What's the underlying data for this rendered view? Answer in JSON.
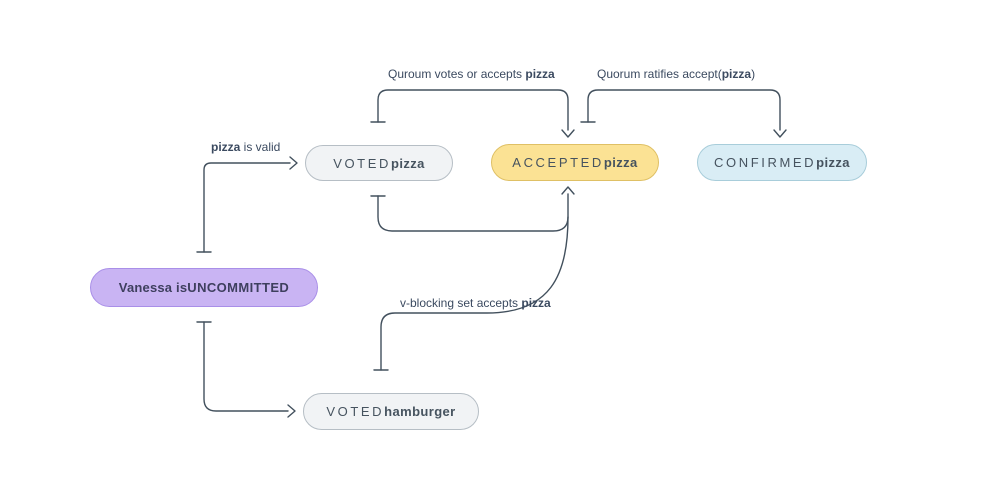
{
  "diagram": {
    "nodes": {
      "uncommitted": {
        "prefix": "Vanessa is ",
        "value": "UNCOMMITTED",
        "fill": "#c9b4f3",
        "border": "#a98fe8"
      },
      "voted_pizza": {
        "prefix": "VOTED ",
        "value": "pizza",
        "fill": "#f1f3f5",
        "border": "#b6bec5"
      },
      "accepted_pizza": {
        "prefix": "ACCEPTED ",
        "value": "pizza",
        "fill": "#fbe294",
        "border": "#dfc065"
      },
      "confirmed_pizza": {
        "prefix": "CONFIRMED ",
        "value": "pizza",
        "fill": "#d9edf5",
        "border": "#a8cdda"
      },
      "voted_hamburger": {
        "prefix": "VOTED ",
        "value": "hamburger",
        "fill": "#f1f3f5",
        "border": "#b6bec5"
      }
    },
    "edges": {
      "pizza_valid": {
        "from": "uncommitted",
        "to": "voted_pizza",
        "pre": "",
        "bold": "pizza",
        "post": " is valid"
      },
      "to_hamburger": {
        "from": "uncommitted",
        "to": "voted_hamburger"
      },
      "quorum_votes": {
        "from": "voted_pizza",
        "to": "accepted_pizza",
        "pre": "Quroum votes or accepts ",
        "bold": "pizza",
        "post": ""
      },
      "quorum_ratifies": {
        "from": "accepted_pizza",
        "to": "confirmed_pizza",
        "pre": "Quorum ratifies accept(",
        "bold": "pizza",
        "post": ")"
      },
      "voted_to_accepted": {
        "from": "voted_pizza",
        "to": "accepted_pizza"
      },
      "v_blocking": {
        "from": "voted_hamburger",
        "to": "accepted_pizza",
        "pre": "v-blocking set accepts ",
        "bold": "pizza",
        "post": ""
      }
    },
    "colors": {
      "edge_stroke": "#42505d",
      "label_text": "#3b4a60",
      "node_text": "#46535f",
      "background": "#ffffff"
    }
  }
}
